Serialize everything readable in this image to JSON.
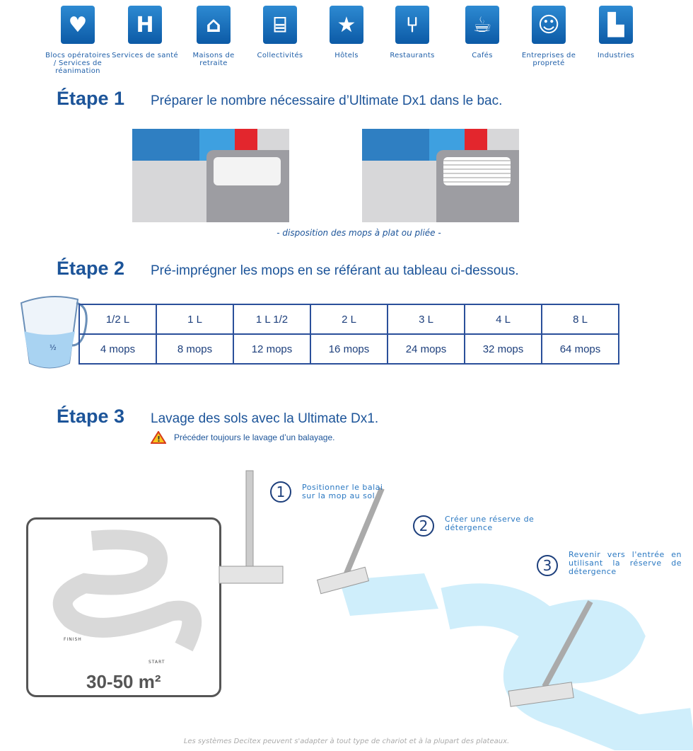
{
  "sectors": [
    {
      "icon": "heart-icon",
      "label": "Blocs opératoires / Services de réanimation"
    },
    {
      "icon": "hospital-icon",
      "label": "Services de santé"
    },
    {
      "icon": "elderly-person-icon",
      "label": "Maisons de retraite"
    },
    {
      "icon": "building-icon",
      "label": "Collectivités"
    },
    {
      "icon": "hotel-bed-icon",
      "label": "Hôtels"
    },
    {
      "icon": "fork-knife-icon",
      "label": "Restaurants"
    },
    {
      "icon": "coffee-cup-icon",
      "label": "Cafés"
    },
    {
      "icon": "cleaner-icon",
      "label": "Entreprises de propreté"
    },
    {
      "icon": "factory-icon",
      "label": "Industries"
    }
  ],
  "step1": {
    "title": "Étape 1",
    "desc": "Préparer le nombre nécessaire d’Ultimate Dx1 dans le bac.",
    "caption": "- disposition des mops à plat ou pliée -"
  },
  "step2": {
    "title": "Étape 2",
    "desc": "Pré-imprégner les mops en se référant au tableau ci-dessous.",
    "jug_mark": "½",
    "volumes": [
      "1/2 L",
      "1 L",
      "1 L 1/2",
      "2 L",
      "3 L",
      "4 L",
      "8 L"
    ],
    "mops": [
      "4 mops",
      "8 mops",
      "12 mops",
      "16 mops",
      "24 mops",
      "32 mops",
      "64 mops"
    ]
  },
  "step3": {
    "title": "Étape 3",
    "desc": "Lavage des sols avec la Ultimate Dx1.",
    "warning": "Précéder toujours le lavage d’un balayage.",
    "area": "30-50 m²",
    "finish": "FINISH",
    "start": "START",
    "instructions": [
      {
        "n": "1",
        "text": "Positionner le balai sur la mop au sol"
      },
      {
        "n": "2",
        "text": "Créer une réserve de détergence"
      },
      {
        "n": "3",
        "text": "Revenir vers l'entrée en utilisant la réserve de détergence"
      }
    ]
  },
  "footer": "Les systèmes Decitex peuvent s'adapter à tout type de chariot et à la plupart des plateaux."
}
